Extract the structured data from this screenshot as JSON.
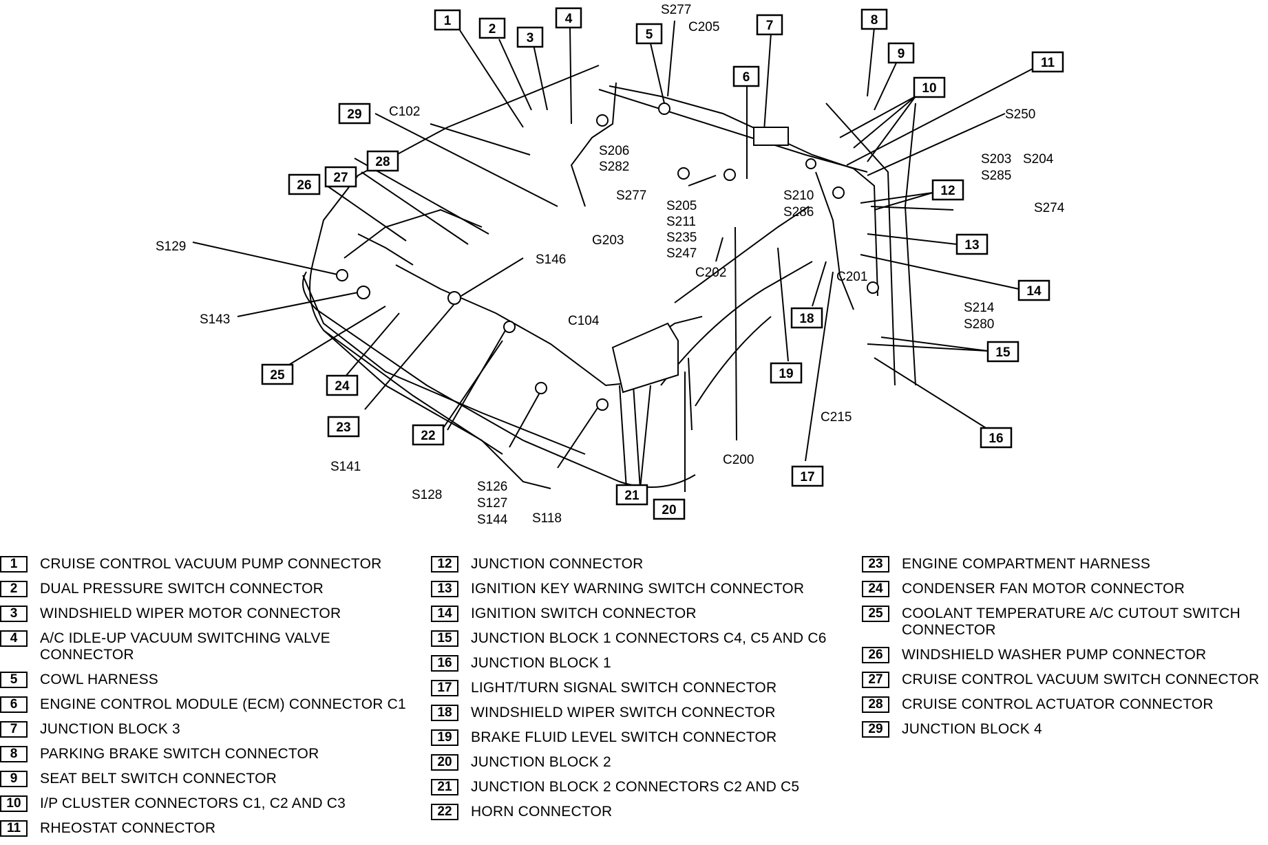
{
  "callouts": [
    "1",
    "2",
    "3",
    "4",
    "5",
    "6",
    "7",
    "8",
    "9",
    "10",
    "11",
    "12",
    "13",
    "14",
    "15",
    "16",
    "17",
    "18",
    "19",
    "20",
    "21",
    "22",
    "23",
    "24",
    "25",
    "26",
    "27",
    "28",
    "29"
  ],
  "labels": {
    "s277a": "S277",
    "c205": "C205",
    "c102": "C102",
    "s206": "S206",
    "s282": "S282",
    "g203": "G203",
    "s277b": "S277",
    "s205": "S205",
    "s211": "S211",
    "s235": "S235",
    "s247": "S247",
    "s210": "S210",
    "s286": "S286",
    "s250": "S250",
    "s203": "S203",
    "s204": "S204",
    "s285": "S285",
    "s274": "S274",
    "c202": "C202",
    "c201": "C201",
    "s214": "S214",
    "s280": "S280",
    "c215": "C215",
    "c200": "C200",
    "s129": "S129",
    "s143": "S143",
    "s146": "S146",
    "c104": "C104",
    "s141": "S141",
    "s128": "S128",
    "s126": "S126",
    "s127": "S127",
    "s144": "S144",
    "s118": "S118"
  },
  "legend": [
    {
      "num": "1",
      "text": "CRUISE CONTROL VACUUM PUMP CONNECTOR"
    },
    {
      "num": "2",
      "text": "DUAL PRESSURE SWITCH CONNECTOR"
    },
    {
      "num": "3",
      "text": "WINDSHIELD WIPER MOTOR CONNECTOR"
    },
    {
      "num": "4",
      "text": "A/C IDLE-UP VACUUM SWITCHING VALVE\nCONNECTOR"
    },
    {
      "num": "5",
      "text": "COWL HARNESS"
    },
    {
      "num": "6",
      "text": "ENGINE CONTROL MODULE (ECM) CONNECTOR C1"
    },
    {
      "num": "7",
      "text": "JUNCTION BLOCK 3"
    },
    {
      "num": "8",
      "text": "PARKING BRAKE SWITCH CONNECTOR"
    },
    {
      "num": "9",
      "text": "SEAT BELT SWITCH CONNECTOR"
    },
    {
      "num": "10",
      "text": "I/P CLUSTER CONNECTORS C1, C2 AND C3"
    },
    {
      "num": "11",
      "text": "RHEOSTAT CONNECTOR"
    },
    {
      "num": "12",
      "text": "JUNCTION CONNECTOR"
    },
    {
      "num": "13",
      "text": "IGNITION KEY WARNING SWITCH CONNECTOR"
    },
    {
      "num": "14",
      "text": "IGNITION SWITCH CONNECTOR"
    },
    {
      "num": "15",
      "text": "JUNCTION BLOCK 1 CONNECTORS C4, C5 AND C6"
    },
    {
      "num": "16",
      "text": "JUNCTION BLOCK 1"
    },
    {
      "num": "17",
      "text": "LIGHT/TURN SIGNAL SWITCH CONNECTOR"
    },
    {
      "num": "18",
      "text": "WINDSHIELD WIPER SWITCH CONNECTOR"
    },
    {
      "num": "19",
      "text": "BRAKE FLUID LEVEL SWITCH CONNECTOR"
    },
    {
      "num": "20",
      "text": "JUNCTION BLOCK 2"
    },
    {
      "num": "21",
      "text": "JUNCTION BLOCK 2 CONNECTORS C2 AND C5"
    },
    {
      "num": "22",
      "text": "HORN CONNECTOR"
    },
    {
      "num": "23",
      "text": "ENGINE COMPARTMENT HARNESS"
    },
    {
      "num": "24",
      "text": "CONDENSER FAN MOTOR CONNECTOR"
    },
    {
      "num": "25",
      "text": "COOLANT TEMPERATURE A/C CUTOUT SWITCH\nCONNECTOR"
    },
    {
      "num": "26",
      "text": "WINDSHIELD WASHER PUMP CONNECTOR"
    },
    {
      "num": "27",
      "text": "CRUISE CONTROL VACUUM SWITCH CONNECTOR"
    },
    {
      "num": "28",
      "text": "CRUISE CONTROL ACTUATOR CONNECTOR"
    },
    {
      "num": "29",
      "text": "JUNCTION BLOCK 4"
    }
  ]
}
